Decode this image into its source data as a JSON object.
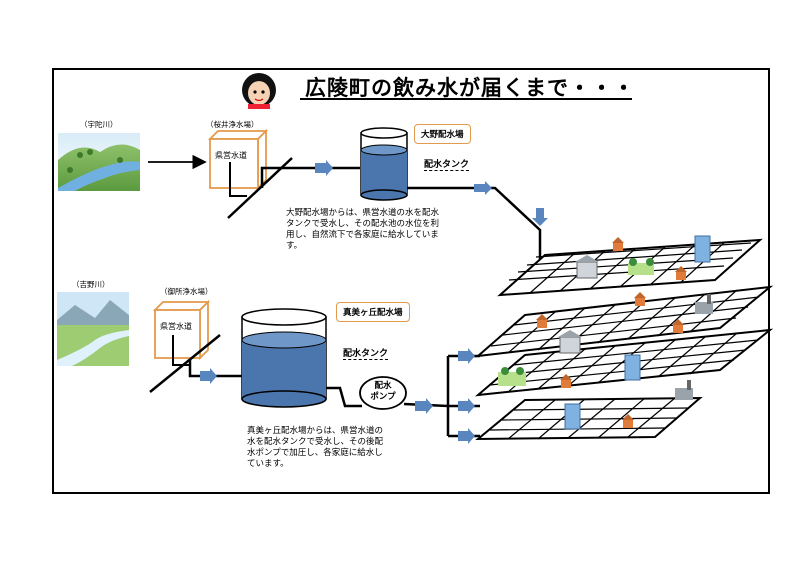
{
  "title": "広陵町の飲み水が届くまで・・・",
  "upper": {
    "river": "（宇陀川）",
    "plant": "（桜井浄水場）",
    "box_label": "県営水道",
    "station": "大野配水場",
    "tank": "配水タンク",
    "description": [
      "大野配水場からは、県営水道の水を配水",
      "タンクで受水し、その配水池の水位を利",
      "用し、自然流下で各家庭に給水していま",
      "す。"
    ]
  },
  "lower": {
    "river": "（吉野川）",
    "plant": "（御所浄水場）",
    "box_label": "県営水道",
    "station": "真美ヶ丘配水場",
    "tank": "配水タンク",
    "pump": [
      "配水",
      "ポンプ"
    ],
    "description": [
      "真美ヶ丘配水場からは、県営水道の",
      "水を配水タンクで受水し、その後配",
      "水ポンプで加圧し、各家庭に給水し",
      "ています。"
    ]
  },
  "colors": {
    "water": "#4a76ad",
    "arrow": "#5a86bf",
    "box_border": "#e39a4c",
    "line": "#000000"
  },
  "icons": [
    "mascot-icon",
    "river-landscape-icon",
    "house-icon",
    "building-icon",
    "factory-icon",
    "park-icon"
  ]
}
